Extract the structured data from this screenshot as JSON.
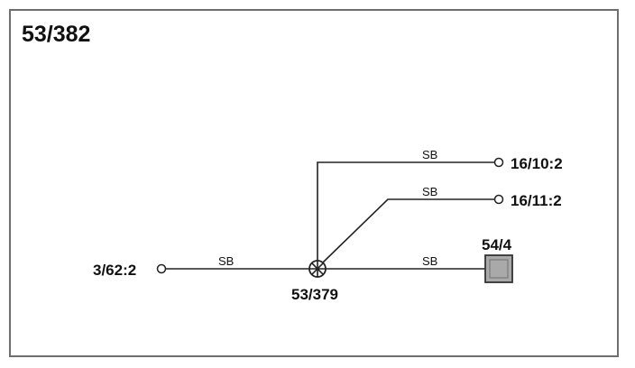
{
  "diagram": {
    "title": "53/382",
    "splice": {
      "label": "53/379"
    },
    "connector": {
      "label": "54/4"
    },
    "terminals": {
      "left": "3/62:2",
      "top": "16/10:2",
      "middle": "16/11:2"
    },
    "wires": {
      "left": "SB",
      "top": "SB",
      "middle": "SB",
      "connector": "SB"
    }
  }
}
